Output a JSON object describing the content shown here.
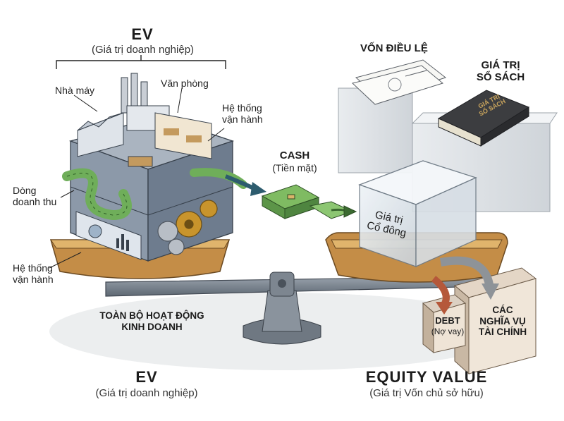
{
  "top_ev": {
    "title": "EV",
    "subtitle": "(Giá trị doanh nghiệp)"
  },
  "building": {
    "factory": "Nhà máy",
    "office": "Văn phòng",
    "ops_system_top": "Hệ thống\nvận hành",
    "revenue": "Dòng\ndoanh thu",
    "ops_system_left": "Hệ thống\nvận hành",
    "whole_business": "TOÀN BỘ HOẠT ĐỘNG\nKINH DOANH"
  },
  "cash": {
    "title": "CASH",
    "subtitle": "(Tiền mặt)"
  },
  "right": {
    "charter_capital": "VỐN ĐIỀU LỆ",
    "book_value": "GIÁ TRỊ\nSỔ SÁCH",
    "book_cover": "GIÁ TRỊ\nSỔ SÁCH",
    "shareholder_value": "Giá trị\nCổ đông",
    "debt_title": "DEBT",
    "debt_sub": "(Nợ vay)",
    "obligations": "CÁC\nNGHĨA VỤ\nTÀI CHÍNH"
  },
  "bottom": {
    "ev_title": "EV",
    "ev_sub": "(Giá trị doanh nghiệp)",
    "equity_title": "EQUITY VALUE",
    "equity_sub": "(Giá trị Vốn chủ sở hữu)"
  },
  "colors": {
    "tray": "#d9a85c",
    "tray_dark": "#a8753a",
    "building": "#7f8fa4",
    "money": "#6fae5a",
    "gear": "#c8942c",
    "debt_arrow": "#b5583a"
  }
}
